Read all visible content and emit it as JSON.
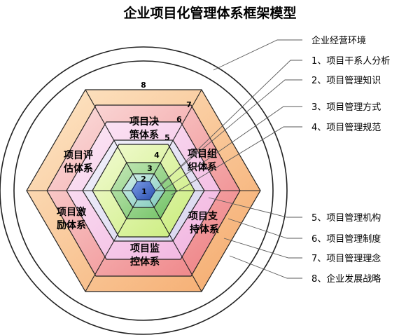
{
  "title": "企业项目化管理体系框架模型",
  "labels": [
    "企业经营环境",
    "1、项目干系人分析",
    "2、项目管理知识",
    "3、项目管理方式",
    "4、项目管理规范",
    "5、项目管理机构",
    "6、项目管理制度",
    "7、项目管理理念",
    "8、企业发展战略"
  ],
  "layer_numbers": [
    "1",
    "2",
    "3",
    "4",
    "5",
    "6",
    "7",
    "8"
  ],
  "systems": {
    "decision": [
      "项目决",
      "策体系"
    ],
    "organization": [
      "项目组",
      "织体系"
    ],
    "support": [
      "项目支",
      "持体系"
    ],
    "monitor": [
      "项目监",
      "控体系"
    ],
    "incentive": [
      "项目激",
      "励体系"
    ],
    "evaluation": [
      "项目评",
      "估体系"
    ]
  },
  "colors": {
    "layer8_outer": "#f6b98a",
    "layer7": "#f4a0a0",
    "layer6": "#f7c9e6",
    "layer5": "#eae8f6",
    "layer4": "#dff5a6",
    "layer3": "#9fd68f",
    "layer2": "#a9dcd3",
    "core": "#3f67c6"
  }
}
